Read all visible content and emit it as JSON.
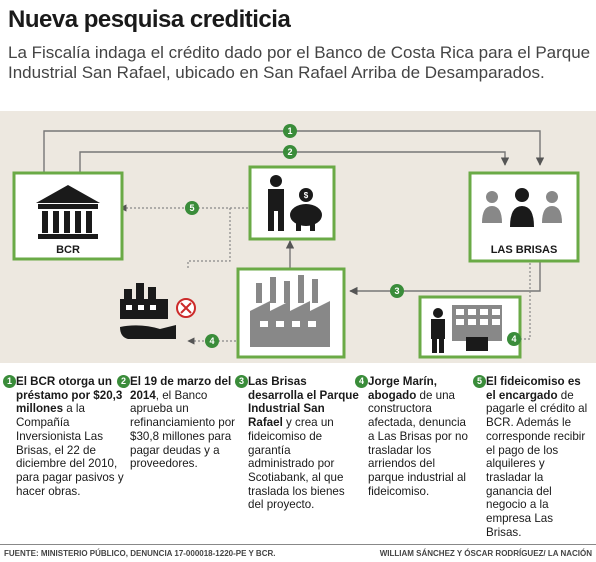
{
  "header": {
    "title": "Nueva pesquisa crediticia",
    "subtitle": "La Fiscalía indaga el crédito dado por el Banco de Costa Rica para el Parque Industrial San Rafael, ubicado en San Rafael Arriba de Desamparados."
  },
  "diagram": {
    "nodes": {
      "bcr": "BCR",
      "las_brisas": "LAS BRISAS"
    },
    "markers": [
      "1",
      "2",
      "3",
      "4",
      "5"
    ],
    "colors": {
      "accent": "#3a8c3a",
      "box_border": "#6aaa46",
      "background": "#ede8e0",
      "icon": "#1a1a1a"
    }
  },
  "steps": [
    {
      "num": "1",
      "lead": "El BCR otorga un préstamo por $20,3 millones",
      "body": " a la Compañía Inversionista Las Brisas, el 22 de diciembre del 2010, para pagar pasivos y hacer obras."
    },
    {
      "num": "2",
      "lead": "El 19 de marzo del 2014",
      "body": ", el Banco aprueba un refinanciamiento por $30,8 millones para pagar deudas y a proveedores."
    },
    {
      "num": "3",
      "lead": "Las Brisas desarrolla el Parque Industrial San Rafael",
      "body": " y crea un fideicomiso de garantía administrado por Scotiabank, al que traslada los bienes del proyecto."
    },
    {
      "num": "4",
      "lead": "Jorge Marín, abogado",
      "body": " de una constructora afectada, denuncia a Las Brisas por no trasladar los arriendos del parque industrial al fideicomiso."
    },
    {
      "num": "5",
      "lead": "El fideicomiso es el encargado",
      "body": " de pagarle el crédito al BCR. Además le corresponde recibir el pago de los alquileres y trasladar la ganancia del negocio a la empresa Las Brisas."
    }
  ],
  "footer": {
    "source": "FUENTE: MINISTERIO PÚBLICO, DENUNCIA 17-000018-1220-PE Y BCR.",
    "credits": "WILLIAM SÁNCHEZ Y ÓSCAR RODRÍGUEZ/ LA NACIÓN"
  }
}
